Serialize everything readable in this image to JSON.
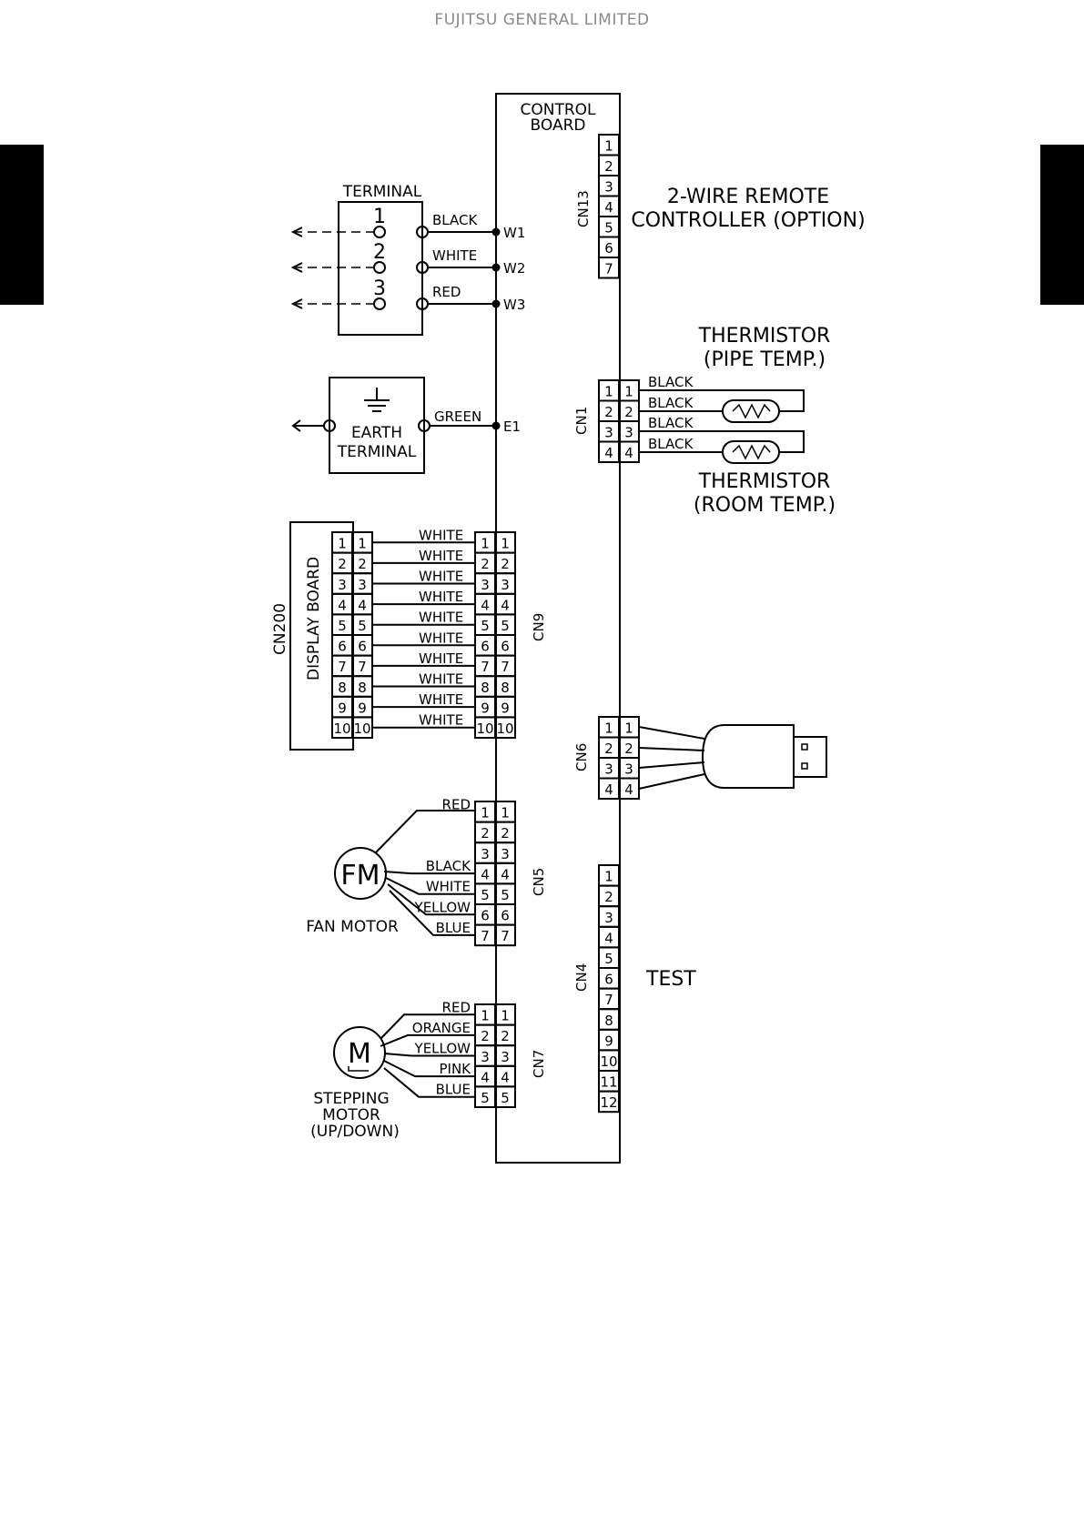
{
  "header": "FUJITSU GENERAL LIMITED",
  "control_board": {
    "line1": "CONTROL",
    "line2": "BOARD"
  },
  "terminal": {
    "title": "TERMINAL",
    "numbers": [
      "1",
      "2",
      "3"
    ],
    "wires": [
      "BLACK",
      "WHITE",
      "RED"
    ],
    "points": [
      "W1",
      "W2",
      "W3"
    ]
  },
  "earth": {
    "line1": "EARTH",
    "line2": "TERMINAL",
    "wire": "GREEN",
    "point": "E1"
  },
  "cn13": {
    "label": "CN13",
    "pins": [
      "1",
      "2",
      "3",
      "4",
      "5",
      "6",
      "7"
    ],
    "desc_line1": "2-WIRE REMOTE",
    "desc_line2": "CONTROLLER (OPTION)"
  },
  "cn1": {
    "label": "CN1",
    "pins": [
      "1",
      "2",
      "3",
      "4"
    ],
    "wires": [
      "BLACK",
      "BLACK",
      "BLACK",
      "BLACK"
    ],
    "pipe_line1": "THERMISTOR",
    "pipe_line2": "(PIPE TEMP.)",
    "room_line1": "THERMISTOR",
    "room_line2": "(ROOM TEMP.)"
  },
  "cn9": {
    "label": "CN9",
    "pins": [
      "1",
      "2",
      "3",
      "4",
      "5",
      "6",
      "7",
      "8",
      "9",
      "10"
    ],
    "wires": [
      "WHITE",
      "WHITE",
      "WHITE",
      "WHITE",
      "WHITE",
      "WHITE",
      "WHITE",
      "WHITE",
      "WHITE",
      "WHITE"
    ],
    "cn200_label": "CN200",
    "display_label": "DISPLAY BOARD"
  },
  "cn6": {
    "label": "CN6",
    "pins": [
      "1",
      "2",
      "3",
      "4"
    ]
  },
  "cn5": {
    "label": "CN5",
    "pins": [
      "1",
      "2",
      "3",
      "4",
      "5",
      "6",
      "7"
    ],
    "wires": [
      "RED",
      "",
      "",
      "BLACK",
      "WHITE",
      "YELLOW",
      "BLUE"
    ],
    "motor_symbol": "FM",
    "motor_label": "FAN MOTOR"
  },
  "cn4": {
    "label": "CN4",
    "pins": [
      "1",
      "2",
      "3",
      "4",
      "5",
      "6",
      "7",
      "8",
      "9",
      "10",
      "11",
      "12"
    ],
    "desc": "TEST"
  },
  "cn7": {
    "label": "CN7",
    "pins": [
      "1",
      "2",
      "3",
      "4",
      "5"
    ],
    "wires": [
      "RED",
      "ORANGE",
      "YELLOW",
      "PINK",
      "BLUE"
    ],
    "motor_symbol": "M",
    "motor_line1": "STEPPING",
    "motor_line2": "MOTOR",
    "motor_line3": "(UP/DOWN)"
  }
}
